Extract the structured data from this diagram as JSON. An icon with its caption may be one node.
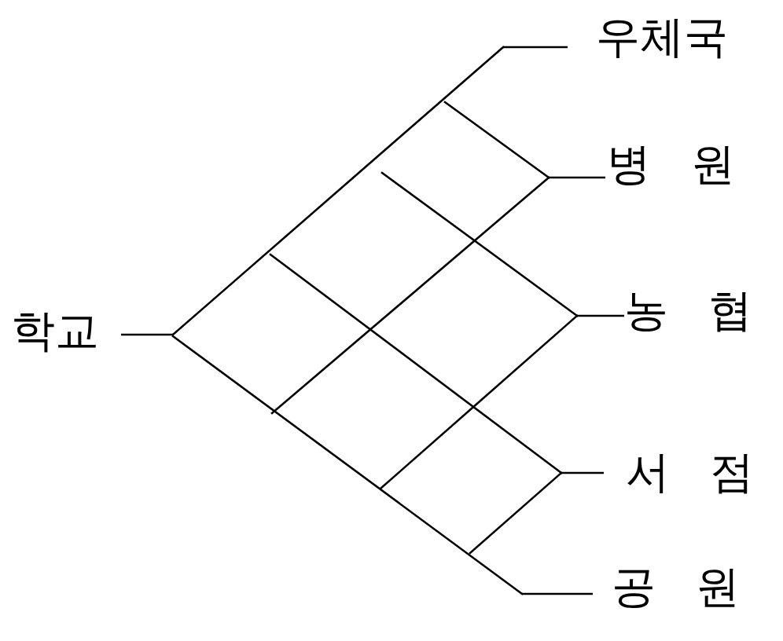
{
  "diagram": {
    "nodes": [
      {
        "text": [
          "학교"
        ]
      },
      {
        "text": [],
        "shape": "picture"
      },
      {
        "text": [
          "우체국"
        ]
      },
      {
        "text": [
          "병 원"
        ]
      },
      {
        "text": [
          "농 협"
        ]
      },
      {
        "text": [
          "서 점"
        ]
      },
      {
        "text": [
          "공 원"
        ]
      }
    ],
    "edges": [
      {
        "from": 0,
        "to": 1,
        "arrow": "none"
      },
      {
        "from": 1,
        "to": 2,
        "arrow": "none"
      },
      {
        "from": 1,
        "to": 3,
        "arrow": "none"
      },
      {
        "from": 1,
        "to": 4,
        "arrow": "none"
      },
      {
        "from": 1,
        "to": 5,
        "arrow": "none"
      },
      {
        "from": 1,
        "to": 6,
        "arrow": "none"
      }
    ]
  }
}
